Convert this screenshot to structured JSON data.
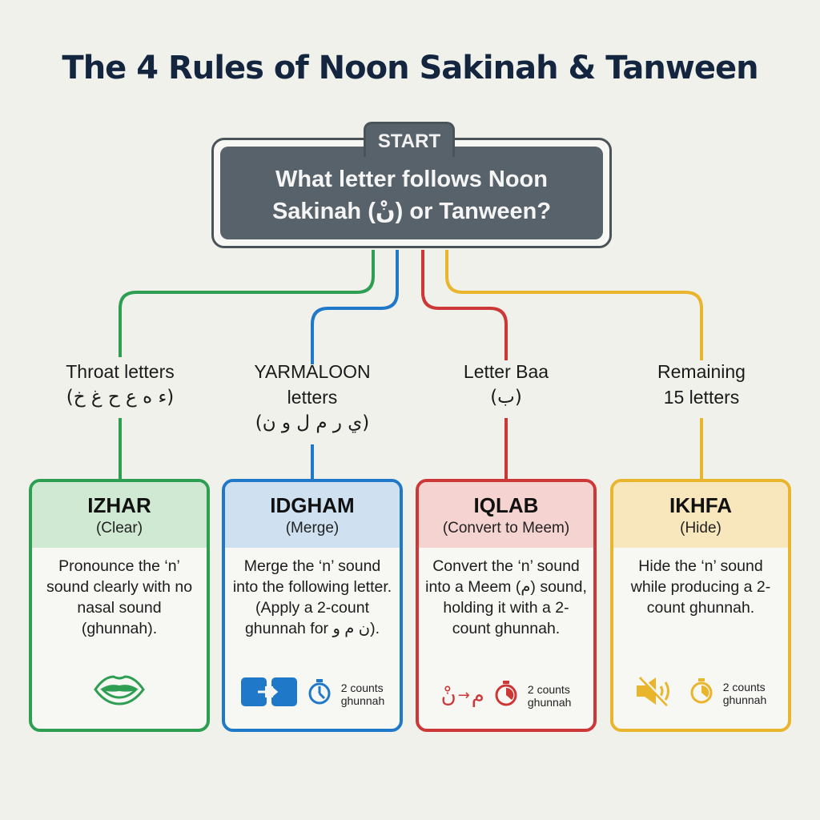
{
  "title": "The 4 Rules of Noon Sakinah & Tanween",
  "start": {
    "tab_label": "START",
    "question_line1": "What letter follows Noon",
    "question_line2": "Sakinah (نْ) or Tanween?"
  },
  "colors": {
    "izhar": "#2e9e52",
    "idgham": "#1f78c8",
    "iqlab": "#cc3737",
    "ikhfa": "#e9b52c",
    "start_box": "#58626a",
    "title": "#14263f"
  },
  "branches": [
    {
      "condition_line1": "Throat letters",
      "condition_line2": "(ء ه ع ح غ خ)",
      "condition_line3": "",
      "rule": "IZHAR",
      "meaning": "(Clear)",
      "description": "Pronounce the ‘n’ sound clearly with no nasal sound (ghunnah).",
      "icon": "lips-icon",
      "counts_label": ""
    },
    {
      "condition_line1": "YARMALOON",
      "condition_line2": "letters",
      "condition_line3": "(ي ر م ل و ن)",
      "rule": "IDGHAM",
      "meaning": "(Merge)",
      "description": "Merge the ‘n’ sound into the following letter. (Apply a 2-count ghunnah for ن م و).",
      "icon": "merge-icon",
      "counts_line1": "2 counts",
      "counts_line2": "ghunnah"
    },
    {
      "condition_line1": "Letter Baa",
      "condition_line2": "(ب)",
      "condition_line3": "",
      "rule": "IQLAB",
      "meaning": "(Convert to Meem)",
      "description": "Convert the ‘n’ sound into a Meem (م) sound, holding it with a 2-count ghunnah.",
      "icon": "noon-to-meem-icon",
      "icon_noon": "نْ",
      "icon_arrow": "→",
      "icon_meem": "م",
      "counts_line1": "2 counts",
      "counts_line2": "ghunnah"
    },
    {
      "condition_line1": "Remaining",
      "condition_line2": "15 letters",
      "condition_line3": "",
      "rule": "IKHFA",
      "meaning": "(Hide)",
      "description": "Hide the ‘n’ sound while producing a 2-count ghunnah.",
      "icon": "muted-speaker-icon",
      "counts_line1": "2 counts",
      "counts_line2": "ghunnah"
    }
  ]
}
